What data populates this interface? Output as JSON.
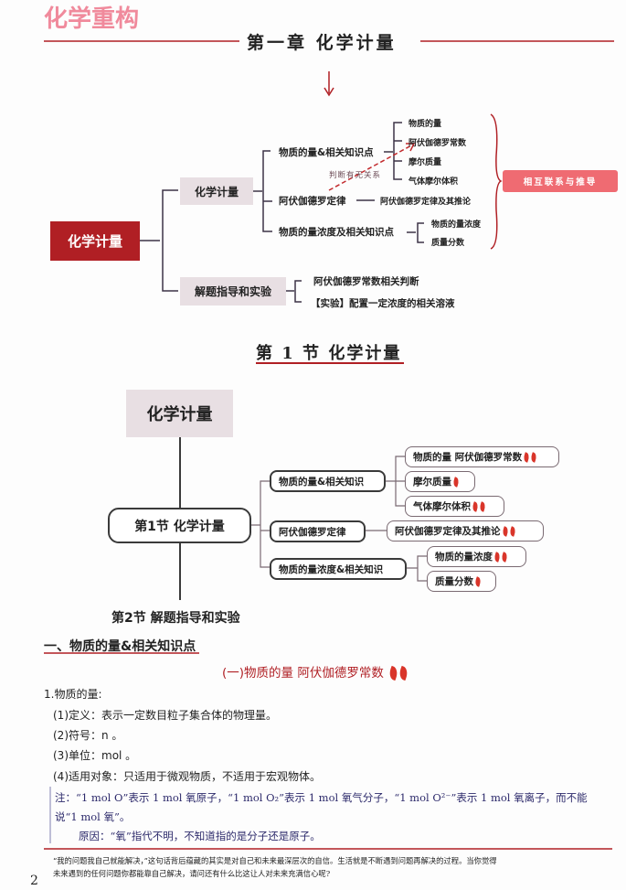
{
  "brand": "化学重构",
  "chapter_title": "第一章  化学计量",
  "map1": {
    "root": "化学计量",
    "branch1": "化学计量",
    "branch2": "解题指导和实验",
    "sub": [
      {
        "label": "物质的量&相关知识点",
        "children": [
          "物质的量",
          "阿伏伽德罗常数",
          "摩尔质量",
          "气体摩尔体积"
        ]
      },
      {
        "label": "阿伏伽德罗定律",
        "children": [
          "阿伏伽德罗定律及其推论"
        ]
      },
      {
        "label": "物质的量浓度及相关知识点",
        "children": [
          "物质的量浓度",
          "质量分数"
        ]
      }
    ],
    "relation_label": "判断有无关系",
    "summary_button": "相互联系与推导",
    "branch2_children": [
      "阿伏伽德罗常数相关判断",
      "【实验】配置一定浓度的相关溶液"
    ]
  },
  "section_title": "第 1 节  化学计量",
  "map2": {
    "top": "化学计量",
    "center": "第1节 化学计量",
    "bottom": "第2节 解题指导和实验",
    "nodes": [
      "物质的量&相关知识",
      "阿伏伽德罗定律",
      "物质的量浓度&相关知识"
    ],
    "leaves": [
      "物质的量 阿伏伽德罗常数",
      "摩尔质量",
      "气体摩尔体积",
      "阿伏伽德罗定律及其推论",
      "物质的量浓度",
      "质量分数"
    ]
  },
  "heading1": "一、物质的量&相关知识点",
  "subheading": "(一)物质的量  阿伏伽德罗常数",
  "item_title": "1.物质的量:",
  "items": [
    "(1)定义：表示一定数目粒子集合体的物理量。",
    "(2)符号：n 。",
    "(3)单位：mol 。",
    "(4)适用对象：只适用于微观物质，不适用于宏观物体。"
  ],
  "note": {
    "line1": "注：“1 mol O”表示 1 mol 氧原子，“1 mol O₂”表示 1 mol 氧气分子，“1 mol O²⁻”表示 1 mol 氧离子，而不能",
    "line2": "说“1 mol 氧”。",
    "line3": "原因：“氧”指代不明，不知道指的是分子还是原子。"
  },
  "footer_quote": [
    "“我的问题我自己就能解决，”这句话背后蕴藏的其实是对自己和未来最深层次的自信。生活就是不断遇到问题再解决的过程。当你觉得",
    "未来遇到的任何问题你都能靠自己解决，请问还有什么比这让人对未来充满信心呢?"
  ],
  "page_number": "2",
  "colors": {
    "brand": "#f08a9c",
    "accent": "#b01f24",
    "button": "#ef6b72"
  }
}
